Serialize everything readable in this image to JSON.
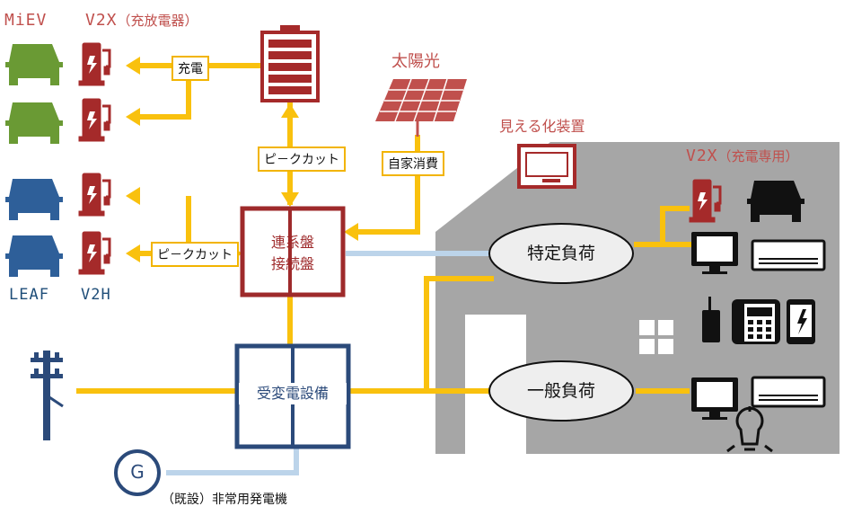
{
  "labels": {
    "miev": "MiEV",
    "v2x_charger": "V2X",
    "v2x_charger_paren": "（充放電器）",
    "leaf": "LEAF",
    "v2h": "V2H",
    "solar": "太陽光",
    "visualizer": "見える化装置",
    "v2x_charge_only": "V2X",
    "v2x_charge_only_paren": "（充電専用）",
    "generator": "（既設）非常用発電機"
  },
  "tags": {
    "charge": "充電",
    "peak_cut_top": "ピ－クカット",
    "self_consumption": "自家消費",
    "peak_cut_left": "ピ－クカット"
  },
  "boxes": {
    "interconnect_line1": "連系盤",
    "interconnect_line2": "接続盤",
    "substation": "受変電設備",
    "specific_load": "特定負荷",
    "general_load": "一般負荷",
    "generator_symbol": "G"
  },
  "colors": {
    "power_line": "#f9c10e",
    "backup_line": "#bcd4ea",
    "ev_green": "#6a9a34",
    "ev_blue": "#2e5f99",
    "charger_red": "#a52a2a",
    "box_red": "#9e2a2b",
    "box_blue": "#2b4a7a",
    "house_gray": "#a6a6a6",
    "label_red": "#c0504d"
  }
}
